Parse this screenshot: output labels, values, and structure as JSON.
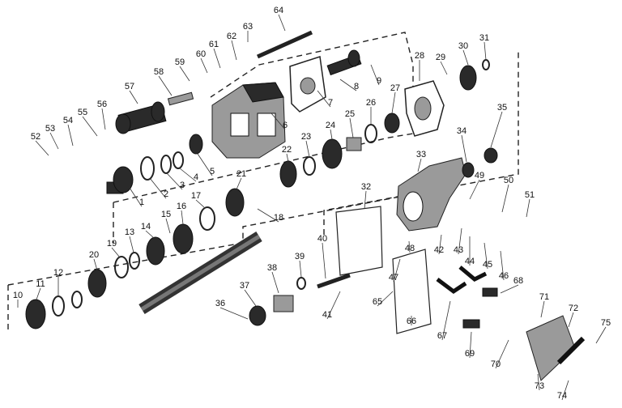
{
  "labels": [
    "1",
    "2",
    "3",
    "4",
    "5",
    "6",
    "7",
    "8",
    "9",
    "10",
    "11",
    "12",
    "13",
    "14",
    "15",
    "16",
    "17",
    "18",
    "19",
    "20",
    "21",
    "22",
    "23",
    "24",
    "25",
    "26",
    "27",
    "28",
    "29",
    "30",
    "31",
    "32",
    "33",
    "34",
    "35",
    "36",
    "37",
    "38",
    "39",
    "40",
    "41",
    "42",
    "43",
    "44",
    "45",
    "46",
    "47",
    "48",
    "49",
    "50",
    "51",
    "52",
    "53",
    "54",
    "55",
    "56",
    "57",
    "58",
    "59",
    "60",
    "61",
    "62",
    "63",
    "64",
    "65",
    "66",
    "67",
    "68",
    "69",
    "70",
    "71",
    "72",
    "73",
    "74",
    "75"
  ]
}
